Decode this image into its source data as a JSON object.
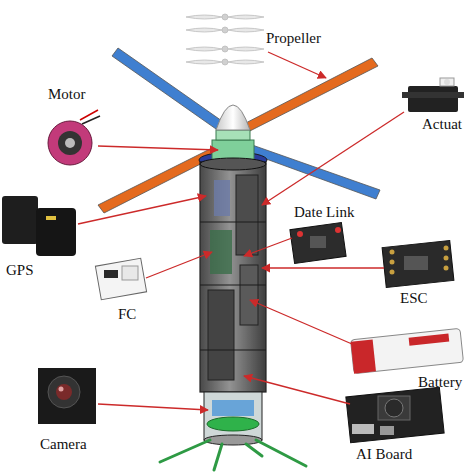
{
  "diagram": {
    "labels": [
      "Propeller",
      "Motor",
      "Actuat",
      "Date Link",
      "GPS",
      "FC",
      "ESC",
      "Camera",
      "Battery",
      "AI Board"
    ]
  }
}
